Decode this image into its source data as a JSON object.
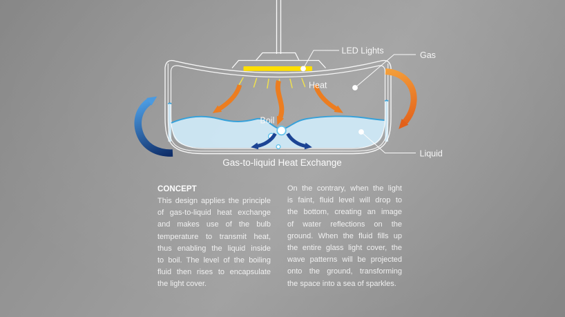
{
  "diagram": {
    "labels": {
      "led_lights": "LED Lights",
      "gas": "Gas",
      "heat": "Heat",
      "boil": "Boil",
      "liquid": "Liquid"
    },
    "caption": "Gas-to-liquid Heat Exchange",
    "colors": {
      "led_strip": "#ffdf00",
      "heat_ray": "#efe04e",
      "heat_arrow": "#ec7d20",
      "gas_arrow_light": "#f4a13c",
      "gas_arrow_dark": "#e2601a",
      "liquid_fill": "#cfeaf8",
      "liquid_surface": "#37a1d9",
      "bubble_ring": "#66c4ec",
      "boil_arrow": "#1c4494",
      "circulation_light": "#4b9ae0",
      "circulation_dark": "#0e2c67",
      "glass_outline": "#fbfbfb"
    }
  },
  "columns": {
    "left": {
      "heading": "CONCEPT",
      "lines": [
        "This design applies the principle",
        "of gas-to-liquid heat exchange",
        "and makes use of the bulb",
        "temperature to transmit heat,",
        "thus enabling the liquid inside",
        "to boil. The level of the boiling",
        "fluid then rises to encapsulate",
        "the light cover."
      ]
    },
    "right": {
      "lines": [
        "On the contrary, when the light",
        "is faint, fluid level will drop to",
        "the bottom, creating an image",
        "of water reflections on the",
        "ground. When the fluid fills up",
        "the entire glass light cover, the",
        "wave patterns will be projected",
        "onto the ground, transforming",
        "the space into a sea of sparkles."
      ]
    }
  }
}
